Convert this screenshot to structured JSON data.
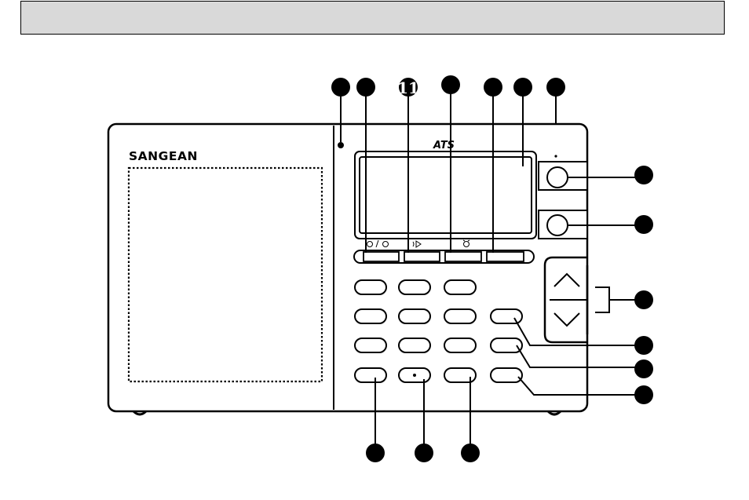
{
  "header": {
    "label": ""
  },
  "device": {
    "brand": "SANGEAN",
    "display_logo": "ATS",
    "key_number_dot": "•",
    "small_dot": "•"
  },
  "callouts": {
    "top_number": "11"
  },
  "icons": {
    "function_keys": [
      "timer-1-2-icon",
      "sleep-icon",
      "alarm-icon",
      "blank"
    ],
    "tuning": [
      "up-arrow-icon",
      "down-arrow-icon"
    ]
  },
  "colors": {
    "outline": "#000000",
    "header_bg": "#d9d9d9",
    "marker_fill": "#000000"
  }
}
